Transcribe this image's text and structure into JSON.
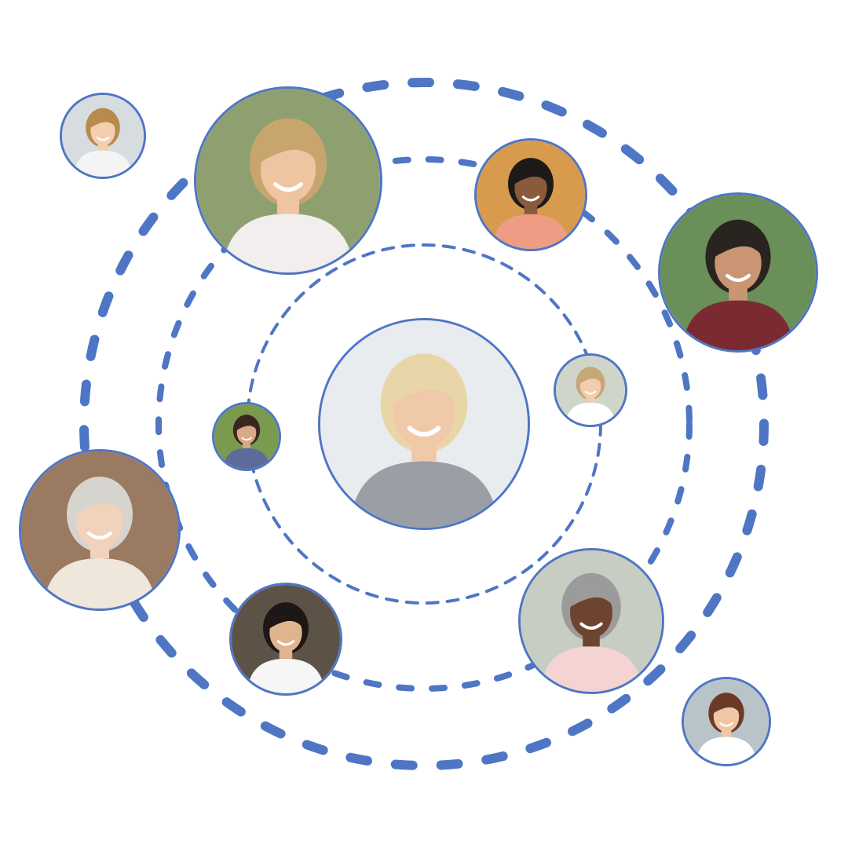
{
  "diagram": {
    "accent_color": "#4f76c4",
    "orbit_count": 3,
    "people": [
      {
        "id": "center",
        "icon": "person-photo-icon",
        "hair": "#e9d6a8",
        "shirt": "#9a9ea5",
        "bg": "#e9ecef"
      },
      {
        "id": "topleft",
        "icon": "person-photo-icon",
        "hair": "#c9a56e",
        "shirt": "#f2eeee",
        "bg": "#8fa070"
      },
      {
        "id": "small-tl",
        "icon": "person-photo-icon",
        "hair": "#b88a4e",
        "shirt": "#f4f4f4",
        "bg": "#d7dce0"
      },
      {
        "id": "top-r",
        "icon": "person-photo-icon",
        "hair": "#1d1a18",
        "shirt": "#ee9d84",
        "bg": "#d89a4d"
      },
      {
        "id": "right",
        "icon": "person-photo-icon",
        "hair": "#2a2420",
        "shirt": "#7a2a30",
        "bg": "#6b8f58"
      },
      {
        "id": "mid-r",
        "icon": "person-photo-icon",
        "hair": "#c7a677",
        "shirt": "#ffffff",
        "bg": "#cfd5c8"
      },
      {
        "id": "mid-l",
        "icon": "person-photo-icon",
        "hair": "#3a2520",
        "shirt": "#5e6a9a",
        "bg": "#7a9a4e"
      },
      {
        "id": "left",
        "icon": "person-photo-icon",
        "hair": "#d7d4cf",
        "shirt": "#efe6dc",
        "bg": "#9a7a60"
      },
      {
        "id": "bot-l",
        "icon": "person-photo-icon",
        "hair": "#1d1716",
        "shirt": "#f6f6f6",
        "bg": "#5c5246"
      },
      {
        "id": "bot-r",
        "icon": "person-photo-icon",
        "hair": "#9b9b9b",
        "shirt": "#f3d4d2",
        "bg": "#c7cdc2"
      },
      {
        "id": "small-br",
        "icon": "person-photo-icon",
        "hair": "#6b3a26",
        "shirt": "#ffffff",
        "bg": "#b8c4c8"
      }
    ]
  }
}
